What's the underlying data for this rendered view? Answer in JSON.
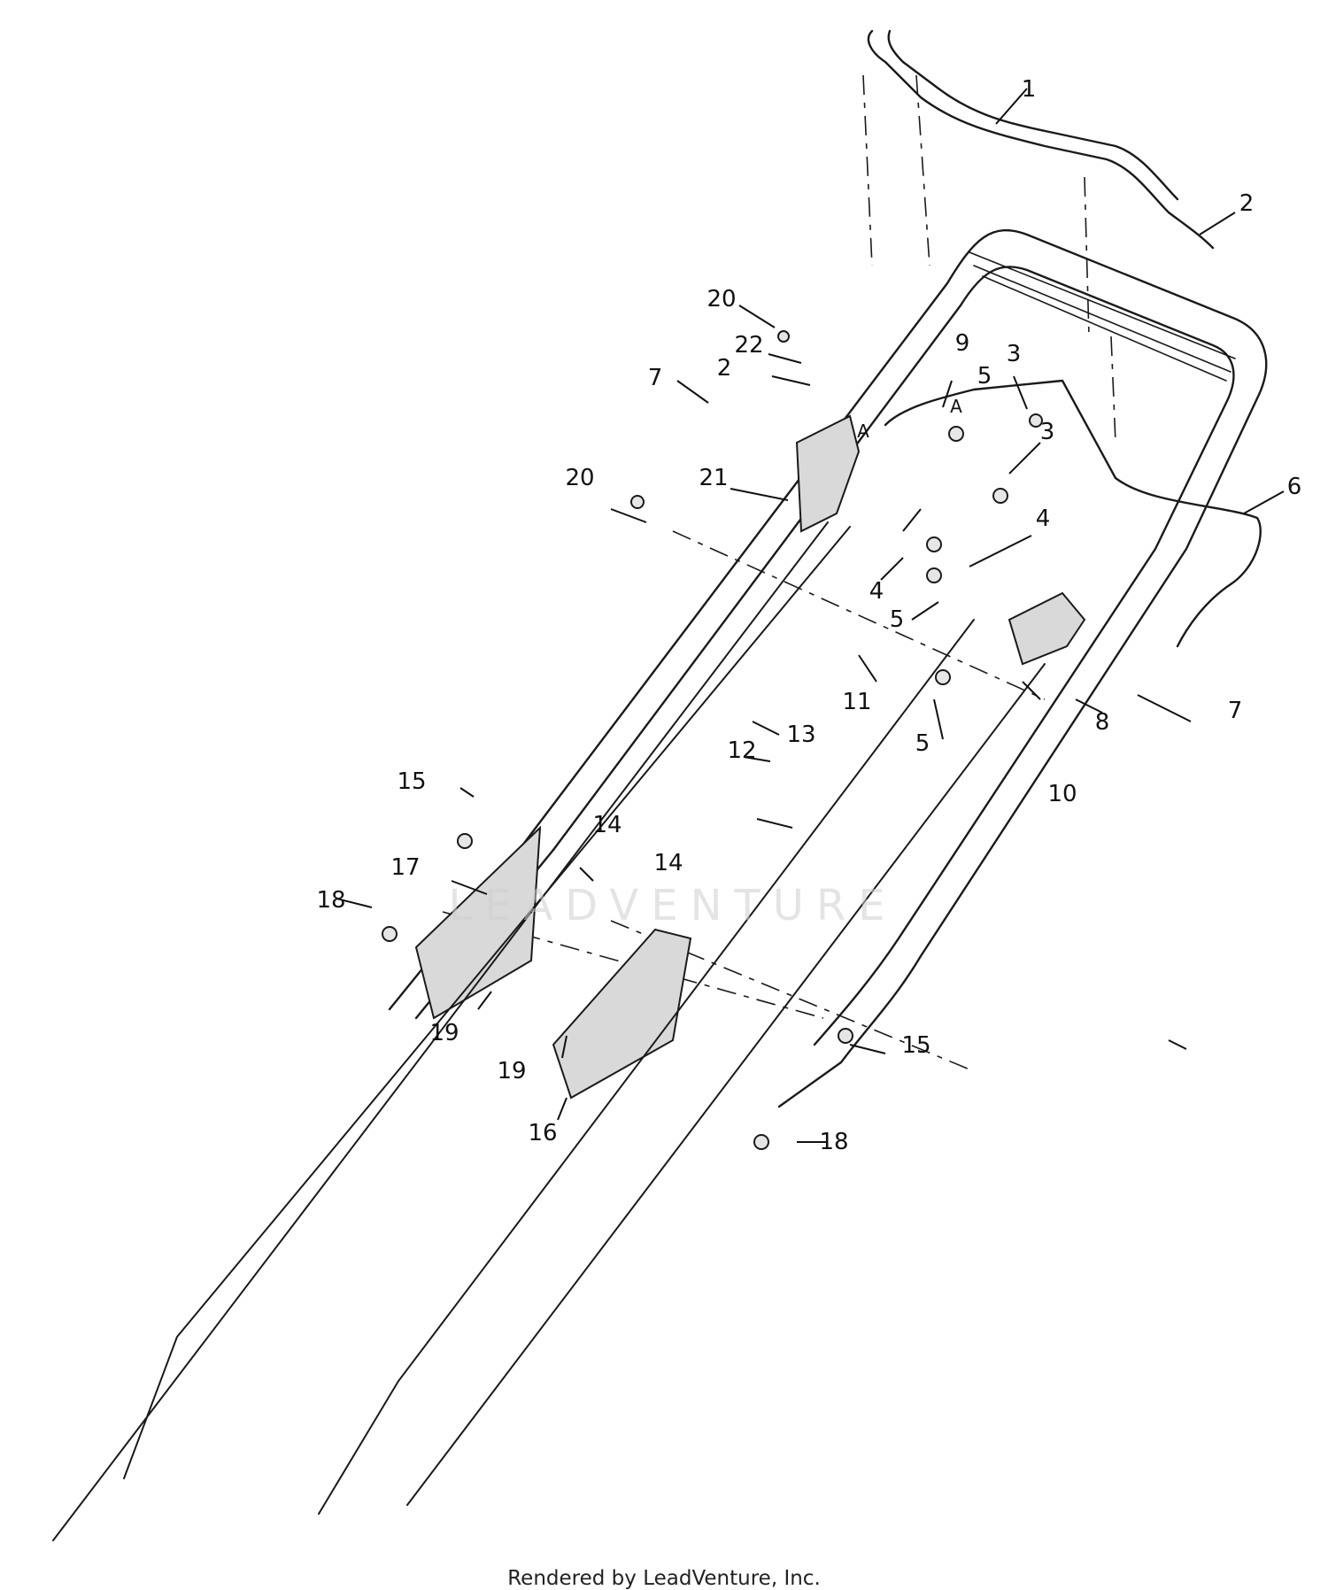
{
  "diagram": {
    "callouts": [
      {
        "id": "c1",
        "label": "1"
      },
      {
        "id": "c2a",
        "label": "2"
      },
      {
        "id": "c2b",
        "label": "2"
      },
      {
        "id": "c3a",
        "label": "3"
      },
      {
        "id": "c3b",
        "label": "3"
      },
      {
        "id": "c4a",
        "label": "4"
      },
      {
        "id": "c4b",
        "label": "4"
      },
      {
        "id": "c5a",
        "label": "5"
      },
      {
        "id": "c5b",
        "label": "5"
      },
      {
        "id": "c5c",
        "label": "5"
      },
      {
        "id": "c6",
        "label": "6"
      },
      {
        "id": "c7a",
        "label": "7"
      },
      {
        "id": "c7b",
        "label": "7"
      },
      {
        "id": "c8",
        "label": "8"
      },
      {
        "id": "c9",
        "label": "9"
      },
      {
        "id": "c10",
        "label": "10"
      },
      {
        "id": "c11",
        "label": "11"
      },
      {
        "id": "c12",
        "label": "12"
      },
      {
        "id": "c13",
        "label": "13"
      },
      {
        "id": "c14a",
        "label": "14"
      },
      {
        "id": "c14b",
        "label": "14"
      },
      {
        "id": "c15a",
        "label": "15"
      },
      {
        "id": "c15b",
        "label": "15"
      },
      {
        "id": "c16",
        "label": "16"
      },
      {
        "id": "c17",
        "label": "17"
      },
      {
        "id": "c18a",
        "label": "18"
      },
      {
        "id": "c18b",
        "label": "18"
      },
      {
        "id": "c19a",
        "label": "19"
      },
      {
        "id": "c19b",
        "label": "19"
      },
      {
        "id": "c20a",
        "label": "20"
      },
      {
        "id": "c20b",
        "label": "20"
      },
      {
        "id": "c21",
        "label": "21"
      },
      {
        "id": "c22",
        "label": "22"
      }
    ],
    "reference_marks": [
      "A",
      "A"
    ]
  },
  "watermark": {
    "text": "LEADVENTURE"
  },
  "footer": {
    "credit": "Rendered by LeadVenture, Inc."
  }
}
